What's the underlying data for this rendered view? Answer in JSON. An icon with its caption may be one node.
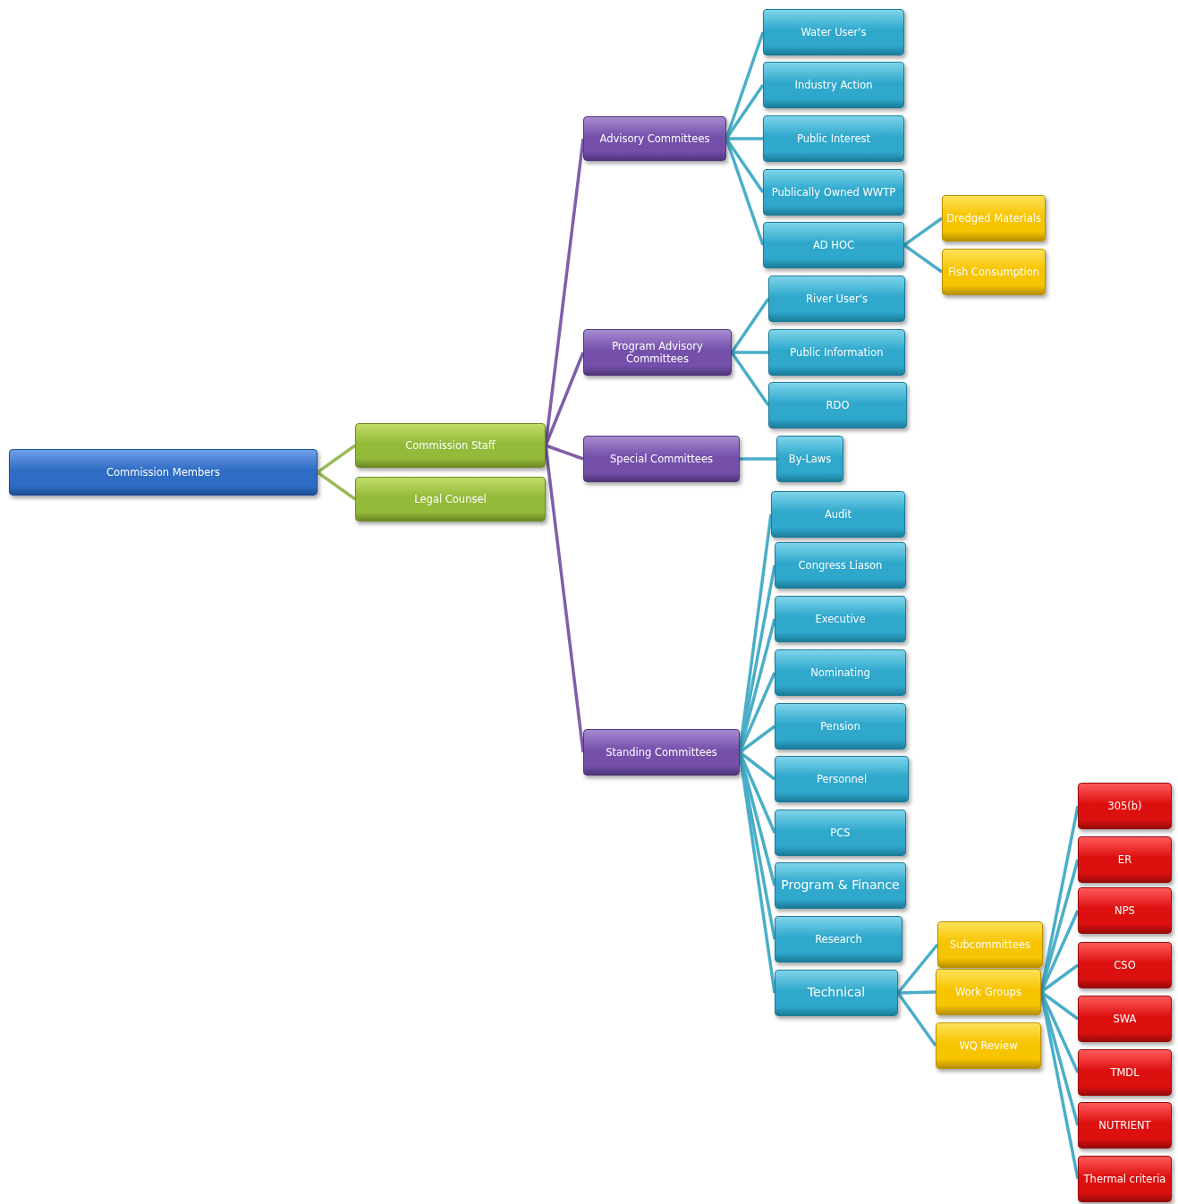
{
  "diagram": {
    "nodes": [
      {
        "text": [
          "Commission Members"
        ]
      },
      {
        "text": [
          "Commission Staff"
        ]
      },
      {
        "text": [
          "Legal Counsel"
        ]
      },
      {
        "text": [
          "Advisory Committees"
        ]
      },
      {
        "text": [
          "Water User's"
        ]
      },
      {
        "text": [
          "Industry Action"
        ]
      },
      {
        "text": [
          "Public Interest"
        ]
      },
      {
        "text": [
          "Publically Owned WWTP"
        ]
      },
      {
        "text": [
          "AD HOC"
        ]
      },
      {
        "text": [
          "Dredged Materials"
        ]
      },
      {
        "text": [
          "Fish Consumption"
        ]
      },
      {
        "text": [
          "Program Advisory Committees"
        ]
      },
      {
        "text": [
          "River User's"
        ]
      },
      {
        "text": [
          "Public Information"
        ]
      },
      {
        "text": [
          "RDO"
        ]
      },
      {
        "text": [
          "Special Committees"
        ]
      },
      {
        "text": [
          "By-Laws"
        ]
      },
      {
        "text": [
          "Standing Committees"
        ]
      },
      {
        "text": [
          "Audit"
        ]
      },
      {
        "text": [
          "Congress Liason"
        ]
      },
      {
        "text": [
          "Executive"
        ]
      },
      {
        "text": [
          "Nominating"
        ]
      },
      {
        "text": [
          "Pension"
        ]
      },
      {
        "text": [
          "Personnel"
        ]
      },
      {
        "text": [
          "PCS"
        ]
      },
      {
        "text": [
          "Program & Finance"
        ]
      },
      {
        "text": [
          "Research"
        ]
      },
      {
        "text": [
          "Technical"
        ]
      },
      {
        "text": [
          "Subcommittees"
        ]
      },
      {
        "text": [
          "Work Groups"
        ]
      },
      {
        "text": [
          "WQ Review"
        ]
      },
      {
        "text": [
          "305(b)"
        ]
      },
      {
        "text": [
          "ER"
        ]
      },
      {
        "text": [
          "NPS"
        ]
      },
      {
        "text": [
          "CSO"
        ]
      },
      {
        "text": [
          "SWA"
        ]
      },
      {
        "text": [
          "TMDL"
        ]
      },
      {
        "text": [
          "NUTRIENT"
        ]
      },
      {
        "text": [
          "Thermal criteria"
        ]
      }
    ],
    "edges": [
      {
        "from": 0,
        "to": 1,
        "arrow": "none",
        "color": "#9bbb59"
      },
      {
        "from": 0,
        "to": 2,
        "arrow": "none",
        "color": "#9bbb59"
      },
      {
        "from": 1,
        "to": 3,
        "arrow": "none",
        "color": "#7f5fa8"
      },
      {
        "from": 1,
        "to": 11,
        "arrow": "none",
        "color": "#7f5fa8"
      },
      {
        "from": 1,
        "to": 15,
        "arrow": "none",
        "color": "#7f5fa8"
      },
      {
        "from": 1,
        "to": 17,
        "arrow": "none",
        "color": "#7f5fa8"
      },
      {
        "from": 3,
        "to": 4,
        "arrow": "none"
      },
      {
        "from": 3,
        "to": 5,
        "arrow": "none"
      },
      {
        "from": 3,
        "to": 6,
        "arrow": "none"
      },
      {
        "from": 3,
        "to": 7,
        "arrow": "none"
      },
      {
        "from": 3,
        "to": 8,
        "arrow": "none"
      },
      {
        "from": 8,
        "to": 9,
        "arrow": "none"
      },
      {
        "from": 8,
        "to": 10,
        "arrow": "none"
      },
      {
        "from": 11,
        "to": 12,
        "arrow": "none"
      },
      {
        "from": 11,
        "to": 13,
        "arrow": "none"
      },
      {
        "from": 11,
        "to": 14,
        "arrow": "none"
      },
      {
        "from": 15,
        "to": 16,
        "arrow": "none"
      },
      {
        "from": 17,
        "to": 18,
        "arrow": "none"
      },
      {
        "from": 17,
        "to": 19,
        "arrow": "none"
      },
      {
        "from": 17,
        "to": 20,
        "arrow": "none"
      },
      {
        "from": 17,
        "to": 21,
        "arrow": "none"
      },
      {
        "from": 17,
        "to": 22,
        "arrow": "none"
      },
      {
        "from": 17,
        "to": 23,
        "arrow": "none"
      },
      {
        "from": 17,
        "to": 24,
        "arrow": "none"
      },
      {
        "from": 17,
        "to": 25,
        "arrow": "none"
      },
      {
        "from": 17,
        "to": 26,
        "arrow": "none"
      },
      {
        "from": 17,
        "to": 27,
        "arrow": "none"
      },
      {
        "from": 27,
        "to": 28,
        "arrow": "none"
      },
      {
        "from": 27,
        "to": 29,
        "arrow": "none"
      },
      {
        "from": 27,
        "to": 30,
        "arrow": "none"
      },
      {
        "from": 29,
        "to": 31,
        "arrow": "none"
      },
      {
        "from": 29,
        "to": 32,
        "arrow": "none"
      },
      {
        "from": 29,
        "to": 33,
        "arrow": "none"
      },
      {
        "from": 29,
        "to": 34,
        "arrow": "none"
      },
      {
        "from": 29,
        "to": 35,
        "arrow": "none"
      },
      {
        "from": 29,
        "to": 36,
        "arrow": "none"
      },
      {
        "from": 29,
        "to": 37,
        "arrow": "none"
      },
      {
        "from": 29,
        "to": 38,
        "arrow": "none"
      }
    ]
  }
}
